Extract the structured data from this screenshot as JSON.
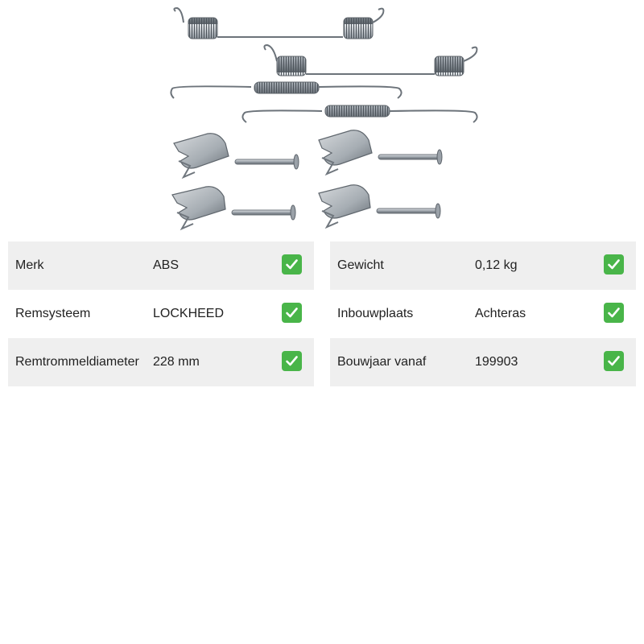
{
  "image": {
    "icon": "brake-spring-kit-image"
  },
  "specs": {
    "left": [
      {
        "label": "Merk",
        "value": "ABS"
      },
      {
        "label": "Remsysteem",
        "value": "LOCKHEED"
      },
      {
        "label": "Remtrommeldiameter",
        "value": "228 mm"
      }
    ],
    "right": [
      {
        "label": "Gewicht",
        "value": "0,12 kg"
      },
      {
        "label": "Inbouwplaats",
        "value": "Achteras"
      },
      {
        "label": "Bouwjaar vanaf",
        "value": "199903"
      }
    ]
  },
  "colors": {
    "row_shade": "#efefef",
    "check": "#49b549"
  }
}
